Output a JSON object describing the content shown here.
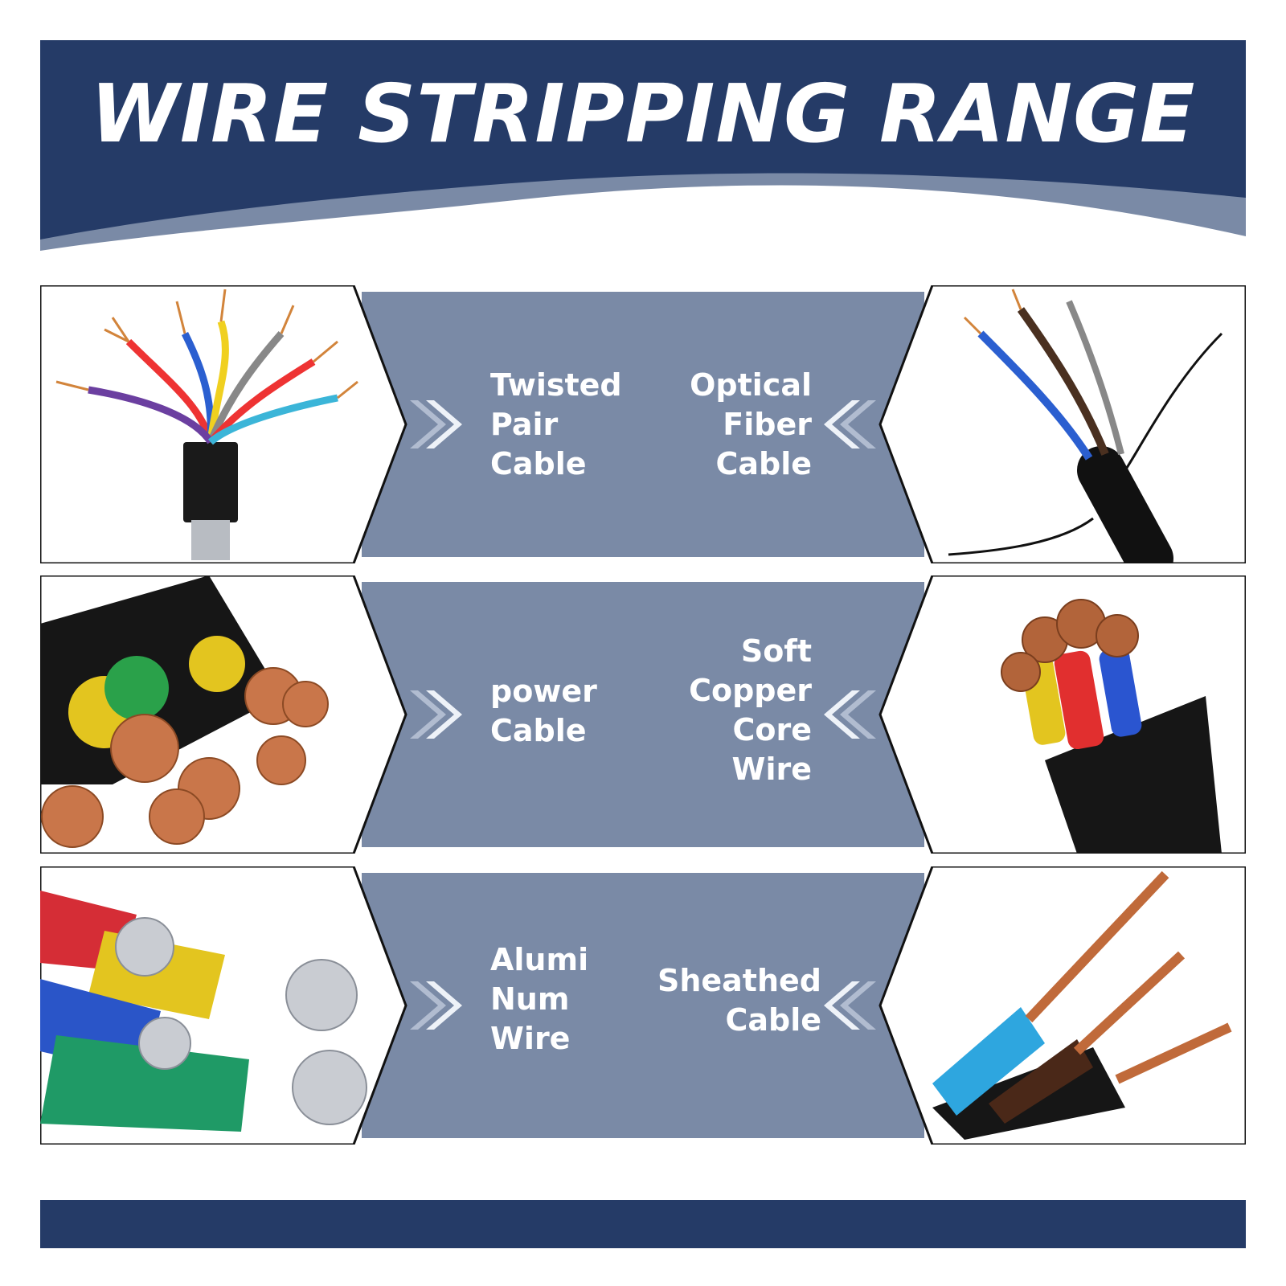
{
  "title": "WIRE STRIPPING RANGE",
  "colors": {
    "navy": "#253b67",
    "slate": "#7a8aa6",
    "white": "#ffffff",
    "outline": "#111111"
  },
  "cells": [
    {
      "label": "Twisted\nPair\nCable",
      "image": "twisted-pair-cable-photo"
    },
    {
      "label": "Optical\nFiber\nCable",
      "image": "optical-fiber-cable-photo"
    },
    {
      "label": "power\nCable",
      "image": "power-cable-photo"
    },
    {
      "label": "Soft\nCopper\nCore\nWire",
      "image": "soft-copper-core-wire-photo"
    },
    {
      "label": "Alumi\nNum\nWire",
      "image": "aluminum-wire-photo"
    },
    {
      "label": "Sheathed\nCable",
      "image": "sheathed-cable-photo"
    }
  ]
}
